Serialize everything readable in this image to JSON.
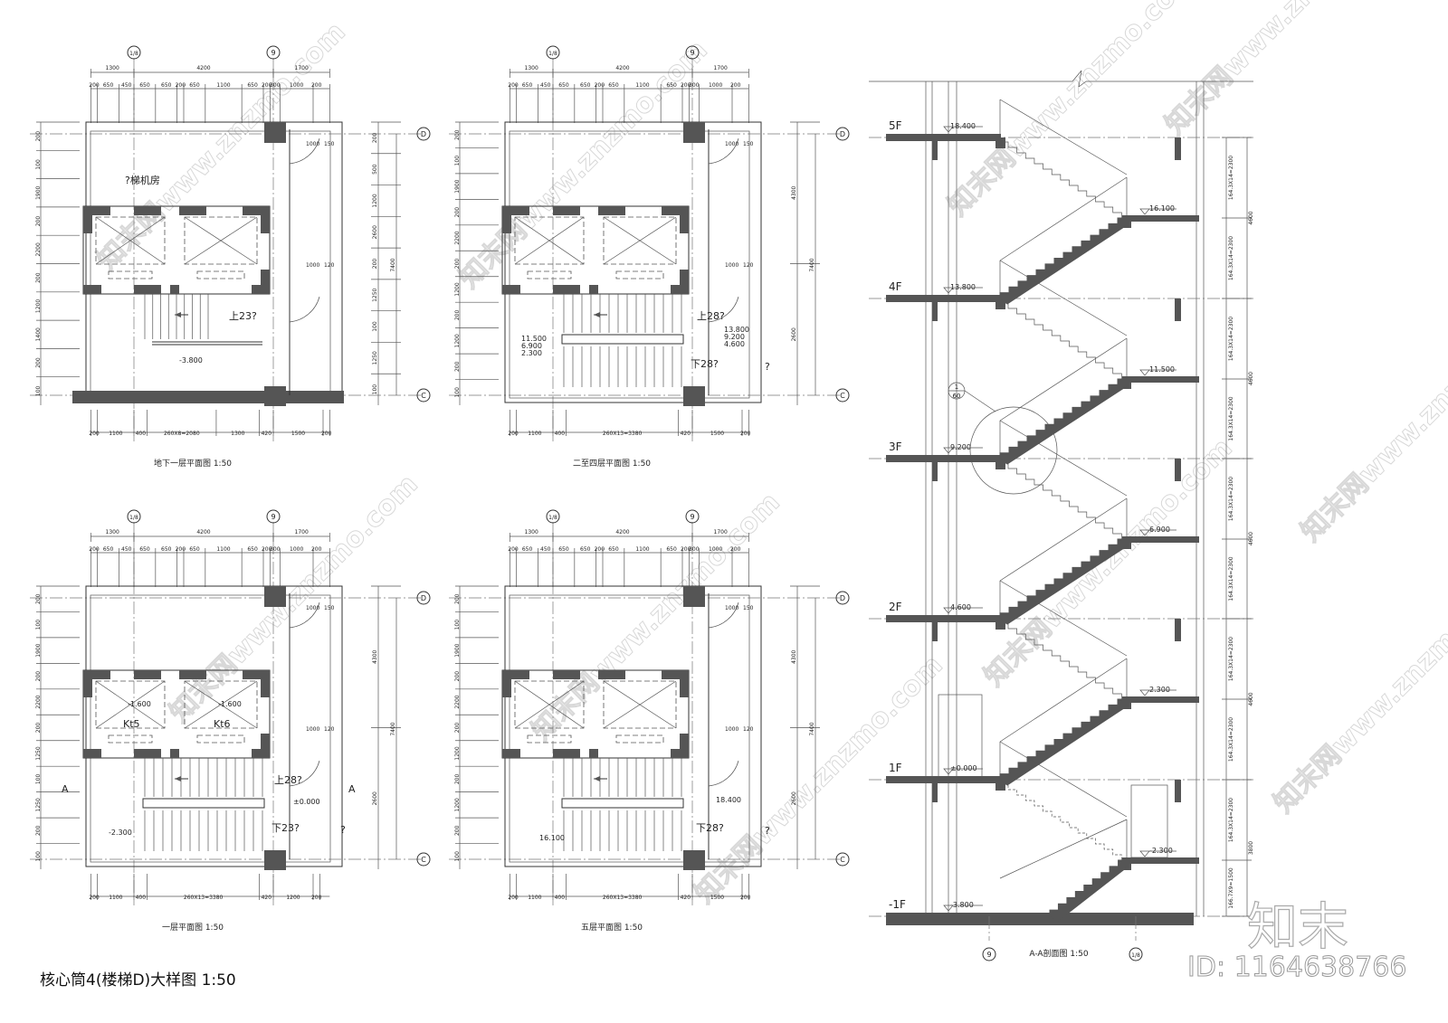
{
  "drawing_title": "核心筒4(楼梯D)大样图  1:50",
  "brand": "知末",
  "brand_id": "ID: 1164638766",
  "watermark": "知末网www.znzmo.com",
  "axes": {
    "a18": "1/8",
    "a9": "9",
    "D": "D",
    "C": "C"
  },
  "top_dims_row1": [
    "1300",
    "4200",
    "1700"
  ],
  "top_dims_row2": [
    {
      "mm": 200,
      "label": "200"
    },
    {
      "mm": 650,
      "label": "650"
    },
    {
      "mm": 450,
      "label": "450"
    },
    {
      "mm": 650,
      "label": "650"
    },
    {
      "mm": 650,
      "label": "650"
    },
    {
      "mm": 200,
      "label": "200"
    },
    {
      "mm": 650,
      "label": "650"
    },
    {
      "mm": 1100,
      "label": "1100"
    },
    {
      "mm": 650,
      "label": "650"
    },
    {
      "mm": 200,
      "label": "200"
    },
    {
      "mm": 300,
      "label": "300"
    },
    {
      "mm": 1000,
      "label": "1000"
    },
    {
      "mm": 200,
      "label": "200"
    }
  ],
  "plans": [
    {
      "title": "地下一层平面图   1:50",
      "bottom_dims": [
        {
          "mm": 200,
          "label": "200"
        },
        {
          "mm": 1100,
          "label": "1100"
        },
        {
          "mm": 400,
          "label": "400"
        },
        {
          "mm": 2080,
          "label": "260X8=2080"
        },
        {
          "mm": 1300,
          "label": "1300"
        },
        {
          "mm": 420,
          "label": "420"
        },
        {
          "mm": 1500,
          "label": "1500"
        },
        {
          "mm": 200,
          "label": "200"
        }
      ],
      "left_dims": [
        "200",
        "100",
        "1900",
        "200",
        "2200",
        "200",
        "1200",
        "1400",
        "200",
        "100"
      ],
      "right_dims": [
        "200",
        "500",
        "1200",
        "2600",
        "200",
        "1250",
        "100",
        "1250",
        "100"
      ],
      "right_total": "7400",
      "door_dims": [
        "1000",
        "150",
        "1000",
        "120"
      ],
      "notes": [
        "?梯机房",
        "上23?",
        "-3.800"
      ]
    },
    {
      "title": "二至四层平面图   1:50",
      "bottom_dims": [
        {
          "mm": 200,
          "label": "200"
        },
        {
          "mm": 1100,
          "label": "1100"
        },
        {
          "mm": 400,
          "label": "400"
        },
        {
          "mm": 3380,
          "label": "260X13=3380"
        },
        {
          "mm": 420,
          "label": "420"
        },
        {
          "mm": 1500,
          "label": "1500"
        },
        {
          "mm": 200,
          "label": "200"
        }
      ],
      "left_dims": [
        "200",
        "100",
        "1900",
        "200",
        "2200",
        "200",
        "1200",
        "200",
        "1200",
        "200",
        "100"
      ],
      "right_dims": [
        "4300",
        "2600"
      ],
      "right_total": "7400",
      "door_dims": [
        "1000",
        "150",
        "1000",
        "120"
      ],
      "notes": [
        "上28?",
        "11.500",
        "6.900",
        "2.300",
        "13.800",
        "9.200",
        "4.600",
        "下28?",
        "?"
      ]
    },
    {
      "title": "一层平面图   1:50",
      "bottom_dims": [
        {
          "mm": 200,
          "label": "200"
        },
        {
          "mm": 1100,
          "label": "1100"
        },
        {
          "mm": 400,
          "label": "400"
        },
        {
          "mm": 3380,
          "label": "260X13=3380"
        },
        {
          "mm": 420,
          "label": "420"
        },
        {
          "mm": 1200,
          "label": "1200"
        },
        {
          "mm": 200,
          "label": "200"
        }
      ],
      "left_dims": [
        "200",
        "100",
        "1900",
        "200",
        "2200",
        "200",
        "1250",
        "100",
        "1250",
        "200",
        "100"
      ],
      "right_dims": [
        "4300",
        "2600"
      ],
      "right_total": "7400",
      "door_dims": [
        "1000",
        "150",
        "1000",
        "120"
      ],
      "notes": [
        "-1.600",
        "-1.600",
        "Kt5",
        "Kt6",
        "上28?",
        "±0.000",
        "下23?",
        "-2.300",
        "A",
        "A",
        "?"
      ]
    },
    {
      "title": "五层平面图   1:50",
      "bottom_dims": [
        {
          "mm": 200,
          "label": "200"
        },
        {
          "mm": 1100,
          "label": "1100"
        },
        {
          "mm": 400,
          "label": "400"
        },
        {
          "mm": 3380,
          "label": "260X13=3380"
        },
        {
          "mm": 420,
          "label": "420"
        },
        {
          "mm": 1500,
          "label": "1500"
        },
        {
          "mm": 200,
          "label": "200"
        }
      ],
      "left_dims": [
        "200",
        "100",
        "1900",
        "200",
        "2200",
        "200",
        "1200",
        "200",
        "1200",
        "200",
        "100"
      ],
      "right_dims": [
        "4300",
        "2600"
      ],
      "right_total": "7400",
      "door_dims": [
        "1000",
        "150",
        "1000",
        "120"
      ],
      "notes": [
        "18.400",
        "16.100",
        "下28?",
        "?"
      ]
    }
  ],
  "section": {
    "title": "A-A剖面图   1:50",
    "floors": [
      {
        "label": "5F",
        "elev": "18.400"
      },
      {
        "label": "4F",
        "elev": "13.800"
      },
      {
        "label": "3F",
        "elev": "9.200"
      },
      {
        "label": "2F",
        "elev": "4.600"
      },
      {
        "label": "1F",
        "elev": "±0.000"
      },
      {
        "label": "-1F",
        "elev": "-3.800"
      }
    ],
    "landings": [
      "16.100",
      "11.500",
      "6.900",
      "2.300",
      "-2.300"
    ],
    "flight_dims": [
      "164.3X14=2300",
      "164.3X14=2300",
      "164.3X14=2300",
      "164.3X14=2300",
      "164.3X14=2300",
      "164.3X14=2300",
      "164.3X14=2300",
      "164.3X14=2300",
      "164.3X14=2300",
      "166.7X9=1500"
    ],
    "storey_dims": [
      "4600",
      "4600",
      "4600",
      "4600",
      "3800"
    ],
    "detail_ref": {
      "num": "1",
      "sheet": "60"
    },
    "axes": [
      "9",
      "1/8"
    ]
  }
}
